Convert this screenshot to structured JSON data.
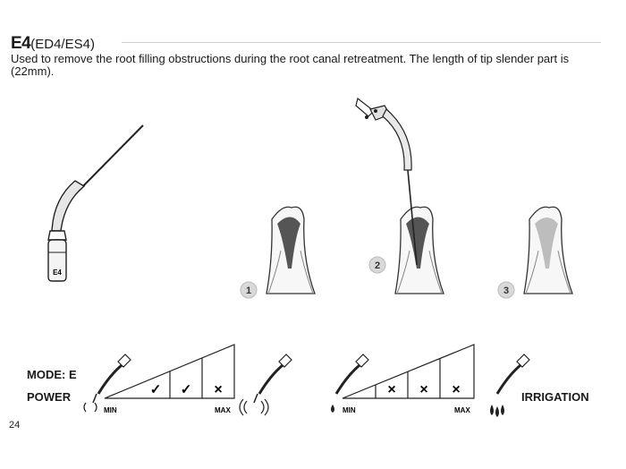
{
  "header": {
    "code": "E4",
    "variants": "(ED4/ES4)",
    "description": "Used to remove the root filling obstructions during the root canal retreatment. The length of tip slender part is (22mm)."
  },
  "tip": {
    "engraving": "E4"
  },
  "steps": [
    {
      "number": "1"
    },
    {
      "number": "2"
    },
    {
      "number": "3"
    }
  ],
  "settings": {
    "mode_label": "MODE: E",
    "power_label": "POWER",
    "irrigation_label": "IRRIGATION",
    "power_scale": {
      "min_label": "MIN",
      "max_label": "MAX",
      "marks": [
        "✓",
        "✓",
        "×"
      ]
    },
    "irrigation_scale": {
      "min_label": "MIN",
      "max_label": "MAX",
      "marks": [
        "×",
        "×",
        "×"
      ]
    }
  },
  "footer": {
    "page_number": "24"
  }
}
